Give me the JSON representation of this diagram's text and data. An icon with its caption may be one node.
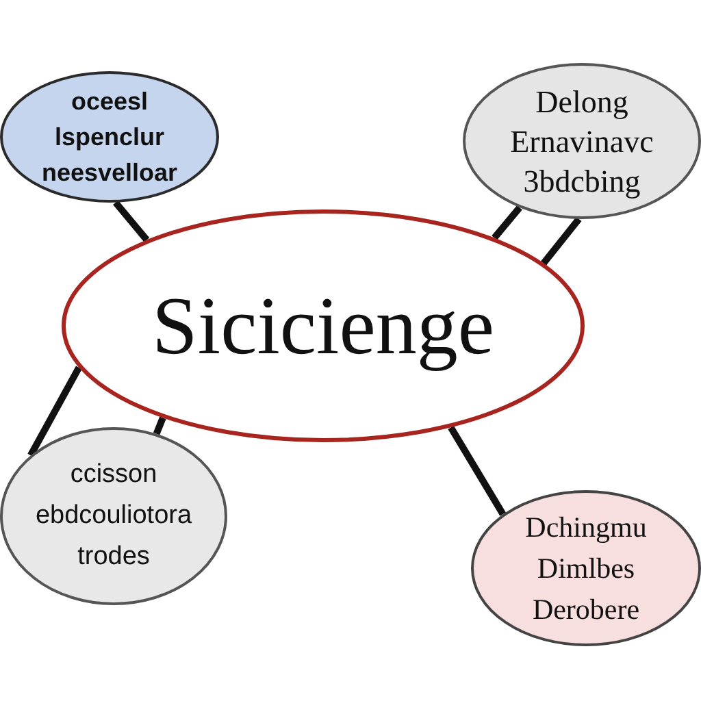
{
  "diagram": {
    "nodes": [
      {
        "text": [
          "oceesl",
          "lspenclur",
          "neesvelloar"
        ]
      },
      {
        "text": [
          "Delong",
          "Ernavinavc",
          "3bdcbing"
        ]
      },
      {
        "text": [
          "Sicicienge"
        ]
      },
      {
        "text": [
          "ccisson",
          "ebdcouliotora",
          "trodes"
        ]
      },
      {
        "text": [
          "Dchingmu",
          "Dimlbes",
          "Derobere"
        ]
      }
    ],
    "edges": [
      {
        "from": 2,
        "to": 0,
        "arrow": "none"
      },
      {
        "from": 2,
        "to": 1,
        "arrow": "none"
      },
      {
        "from": 2,
        "to": 1,
        "arrow": "none"
      },
      {
        "from": 2,
        "to": 3,
        "arrow": "none"
      },
      {
        "from": 2,
        "to": 3,
        "arrow": "none"
      },
      {
        "from": 2,
        "to": 4,
        "arrow": "none"
      }
    ]
  }
}
